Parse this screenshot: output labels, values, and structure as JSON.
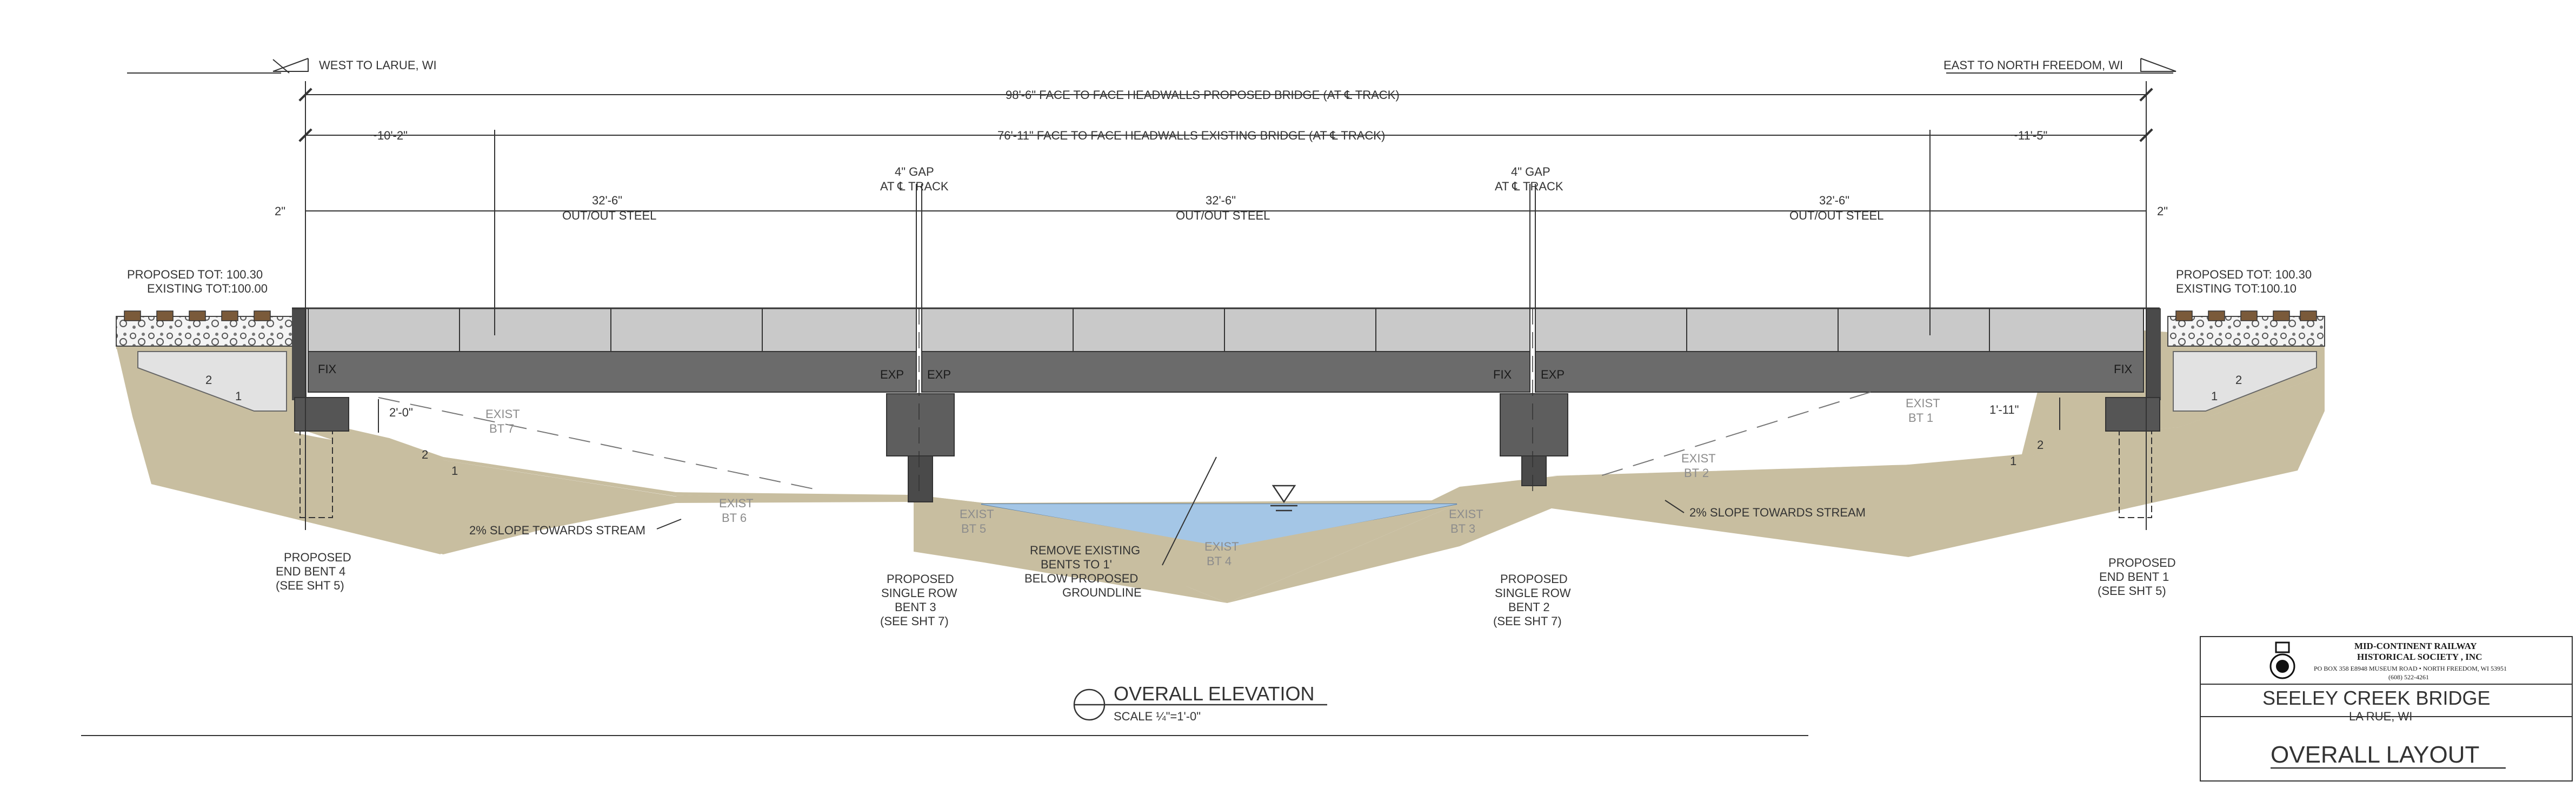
{
  "directions": {
    "west": "WEST TO LARUE, WI",
    "east": "EAST TO NORTH FREEDOM, WI"
  },
  "dimensions": {
    "proposed_overall": "98'-6\" FACE TO FACE HEADWALLS PROPOSED BRIDGE (AT ℄ TRACK)",
    "existing_overall": "76'-11\" FACE TO FACE HEADWALLS EXISTING BRIDGE (AT ℄ TRACK)",
    "left_offset": "~10'-2\"",
    "right_offset": "~11'-5\"",
    "left_gap": "2\"",
    "right_gap": "2\"",
    "span_length": "32'-6\"",
    "span_sub": "OUT/OUT STEEL",
    "gap_label_1": "4\" GAP",
    "gap_label_2": "AT ℄ TRACK",
    "left_drop": "2'-0\"",
    "right_drop": "1'-11\""
  },
  "top_of_tie": {
    "left_proposed": "PROPOSED TOT: 100.30",
    "left_existing": "EXISTING TOT:100.00",
    "right_proposed": "PROPOSED TOT: 100.30",
    "right_existing": "EXISTING TOT:100.10"
  },
  "bearings": {
    "fix": "FIX",
    "exp": "EXP"
  },
  "slopes": {
    "ratio_2": "2",
    "ratio_1": "1",
    "left_stream_slope": "2% SLOPE TOWARDS STREAM",
    "right_stream_slope": "2% SLOPE TOWARDS STREAM"
  },
  "existing_bents": {
    "exist": "EXIST",
    "bt7": "BT 7",
    "bt6": "BT 6",
    "bt5": "BT 5",
    "bt4": "BT 4",
    "bt3": "BT 3",
    "bt2": "BT 2",
    "bt1": "BT 1"
  },
  "callouts": {
    "end_bent_4": [
      "PROPOSED",
      "END BENT 4",
      "(SEE SHT 5)"
    ],
    "bent_3": [
      "PROPOSED",
      "SINGLE ROW",
      "BENT 3",
      "(SEE SHT 7)"
    ],
    "remove": [
      "REMOVE EXISTING",
      "BENTS TO 1'",
      "BELOW PROPOSED",
      "GROUNDLINE"
    ],
    "bent_2": [
      "PROPOSED",
      "SINGLE ROW",
      "BENT 2",
      "(SEE SHT 7)"
    ],
    "end_bent_1": [
      "PROPOSED",
      "END BENT 1",
      "(SEE SHT 5)"
    ]
  },
  "view_title": {
    "title": "OVERALL ELEVATION",
    "scale": "SCALE ¼\"=1'-0\""
  },
  "title_block": {
    "org_name": "MID-CONTINENT RAILWAY",
    "org_sub": "HISTORICAL SOCIETY , INC",
    "address": "PO BOX 358  E8948 MUSEUM ROAD • NORTH FREEDOM, WI 53951",
    "phone": "(608) 522-4261",
    "project": "SEELEY CREEK BRIDGE",
    "location": "LA RUE, WI",
    "sheet_title": "OVERALL LAYOUT"
  },
  "colors": {
    "soil": "#c8bea0",
    "water": "#a4c6e6",
    "beam": "#6b6b6b",
    "deck": "#c9c9c9",
    "line": "#333333"
  }
}
